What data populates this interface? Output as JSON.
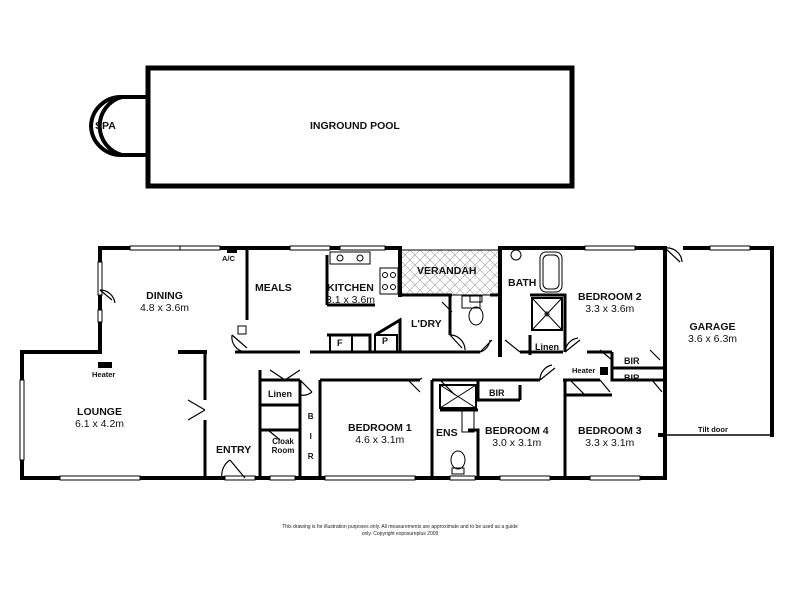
{
  "pool": {
    "spa": "SPA",
    "pool": "INGROUND POOL"
  },
  "rooms": {
    "dining": {
      "name": "DINING",
      "dim": "4.8 x 3.6m"
    },
    "meals": {
      "name": "MEALS"
    },
    "kitchen": {
      "name": "KITCHEN",
      "dim": "3.1 x 3.6m"
    },
    "verandah": {
      "name": "VERANDAH"
    },
    "laundry": {
      "name": "L'DRY"
    },
    "bath": {
      "name": "BATH"
    },
    "bedroom2": {
      "name": "BEDROOM 2",
      "dim": "3.3 x 3.6m"
    },
    "garage": {
      "name": "GARAGE",
      "dim": "3.6 x 6.3m"
    },
    "lounge": {
      "name": "LOUNGE",
      "dim": "6.1 x 4.2m"
    },
    "entry": {
      "name": "ENTRY"
    },
    "bedroom1": {
      "name": "BEDROOM 1",
      "dim": "4.6 x 3.1m"
    },
    "bedroom4": {
      "name": "BEDROOM 4",
      "dim": "3.0 x 3.1m"
    },
    "bedroom3": {
      "name": "BEDROOM 3",
      "dim": "3.3 x 3.1m"
    },
    "ensuite": {
      "name": "ENS"
    }
  },
  "fixtures": {
    "ac": "A/C",
    "heater_lounge": "Heater",
    "heater_hall": "Heater",
    "fridge": "F",
    "pantry": "P",
    "linen_hall": "Linen",
    "linen_bath": "Linen",
    "cloak": "Cloak Room",
    "bir_bed1": "B I R",
    "bir_bed4": "BIR",
    "bir_hall_1": "BIR",
    "bir_hall_2": "BIR",
    "tilt_door": "Tilt door"
  },
  "disclaimer": "This drawing is for illustration purposes only. All measurements are approximate and to be used as a guide only. Copyright exposureplus 2009"
}
